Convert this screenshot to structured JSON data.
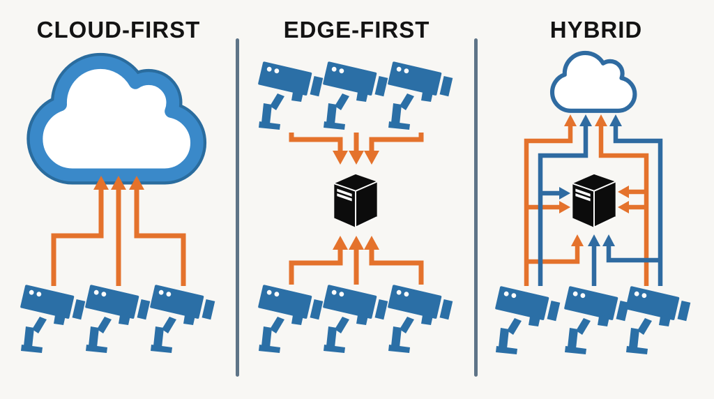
{
  "colors": {
    "background": "#f8f7f4",
    "title": "#131313",
    "divider": "#5e7487",
    "orange": "#e4722c",
    "blue": "#2f6ba1",
    "camera_blue": "#2b6fa6",
    "cloud_fill": "#3a89c9",
    "cloud_rim": "#2a6c9e",
    "server_black": "#0c0c0c"
  },
  "panels": [
    {
      "title": "CLOUD-FIRST",
      "top_node": "cloud",
      "bottom_nodes": "3 security cameras",
      "flow": "cameras stream up to cloud",
      "arrow_colors": [
        "orange"
      ]
    },
    {
      "title": "EDGE-FIRST",
      "top_nodes": "3 security cameras",
      "center_node": "edge server",
      "bottom_nodes": "3 security cameras",
      "flow": "all cameras stream into edge server",
      "arrow_colors": [
        "orange"
      ]
    },
    {
      "title": "HYBRID",
      "top_node": "cloud",
      "center_node": "edge server",
      "bottom_nodes": "3 security cameras",
      "flow": "cameras stream to both edge server and cloud",
      "arrow_colors": [
        "orange",
        "blue"
      ]
    }
  ]
}
